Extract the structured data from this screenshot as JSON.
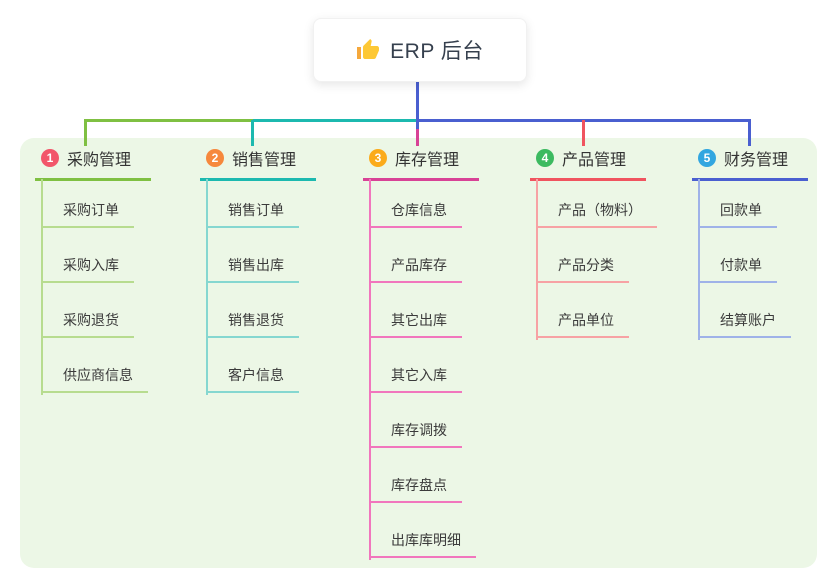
{
  "root": {
    "icon": "thumbs-up-icon",
    "label": "ERP 后台",
    "connector_color": "#4a5fd0"
  },
  "panel": {
    "background_color": "#ecf7e6"
  },
  "branches": [
    {
      "number": "1",
      "label": "采购管理",
      "colors": {
        "badge": "#f2566a",
        "main": "#7fc042",
        "light": "#b7dc8f"
      },
      "children": [
        "采购订单",
        "采购入库",
        "采购退货",
        "供应商信息"
      ]
    },
    {
      "number": "2",
      "label": "销售管理",
      "colors": {
        "badge": "#f6883c",
        "main": "#1cb9af",
        "light": "#85d7d0"
      },
      "children": [
        "销售订单",
        "销售出库",
        "销售退货",
        "客户信息"
      ]
    },
    {
      "number": "3",
      "label": "库存管理",
      "colors": {
        "badge": "#fbab1b",
        "main": "#d84296",
        "light": "#f176bd"
      },
      "children": [
        "仓库信息",
        "产品库存",
        "其它出库",
        "其它入库",
        "库存调拨",
        "库存盘点",
        "出库库明细"
      ]
    },
    {
      "number": "4",
      "label": "产品管理",
      "colors": {
        "badge": "#3cba60",
        "main": "#f0545f",
        "light": "#f7a2a4"
      },
      "children": [
        "产品（物料）",
        "产品分类",
        "产品单位"
      ]
    },
    {
      "number": "5",
      "label": "财务管理",
      "colors": {
        "badge": "#32a6e0",
        "main": "#4a5fd0",
        "light": "#9fb2e8"
      },
      "children": [
        "回款单",
        "付款单",
        "结算账户"
      ]
    }
  ]
}
